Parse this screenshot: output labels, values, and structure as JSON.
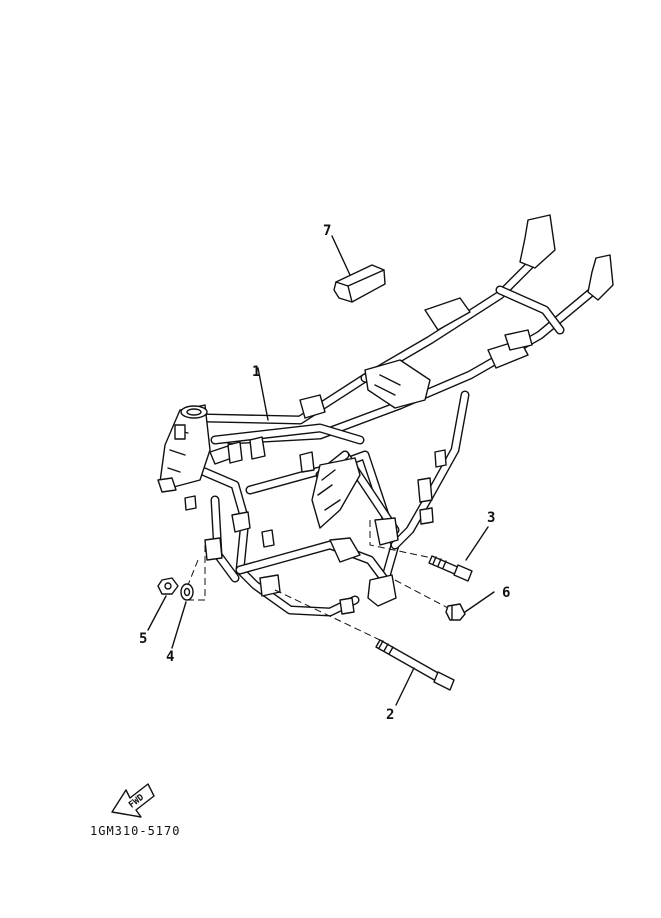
{
  "diagram": {
    "callouts": [
      {
        "key": "c1",
        "label": "1"
      },
      {
        "key": "c2",
        "label": "2"
      },
      {
        "key": "c3",
        "label": "3"
      },
      {
        "key": "c4",
        "label": "4"
      },
      {
        "key": "c5",
        "label": "5"
      },
      {
        "key": "c6",
        "label": "6"
      },
      {
        "key": "c7",
        "label": "7"
      }
    ],
    "fwd_label": "FWD",
    "drawing_code": "1GM310-5170"
  }
}
